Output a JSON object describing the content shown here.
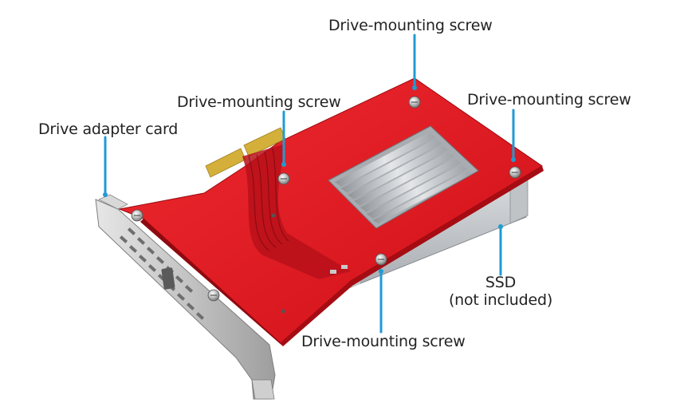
{
  "labels": {
    "screw_top": "Drive-mounting screw",
    "screw_left": "Drive-mounting screw",
    "screw_right": "Drive-mounting screw",
    "screw_bottom": "Drive-mounting screw",
    "adapter_card": "Drive adapter card",
    "ssd_line1": "SSD",
    "ssd_line2": "(not included)"
  },
  "colors": {
    "leader_line": "#1f9bd4",
    "pcb_red": "#e0141e",
    "bracket_silver": "#c9c9c9",
    "heatsink": "#b8bcc0",
    "gold_fingers": "#d4b03a",
    "label_text": "#222222"
  }
}
